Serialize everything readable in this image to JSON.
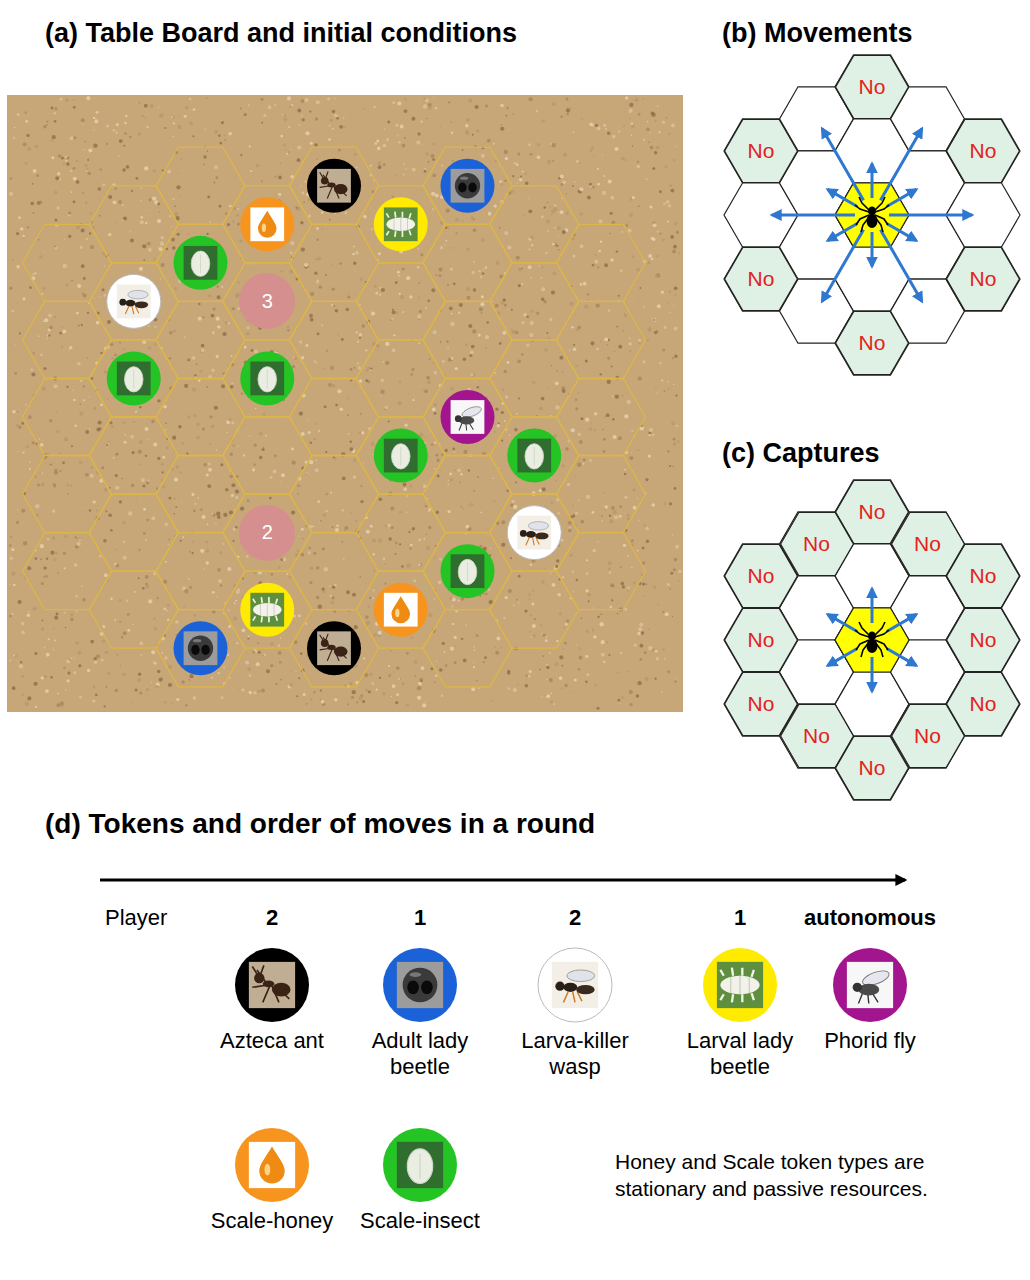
{
  "diagram": {
    "nodes": [
      {
        "text": [
          "3"
        ]
      },
      {
        "text": [
          "2"
        ]
      },
      {
        "text": [
          "No"
        ]
      },
      {
        "text": [
          "No"
        ]
      },
      {
        "text": [
          "No"
        ]
      },
      {
        "text": [
          "No"
        ]
      },
      {
        "text": [
          "No"
        ]
      },
      {
        "text": [
          "No"
        ]
      },
      {
        "text": [
          "No"
        ]
      },
      {
        "text": [
          "No"
        ]
      },
      {
        "text": [
          "No"
        ]
      },
      {
        "text": [
          "No"
        ]
      },
      {
        "text": [
          "No"
        ]
      },
      {
        "text": [
          "No"
        ]
      },
      {
        "text": [
          "No"
        ]
      },
      {
        "text": [
          "No"
        ]
      },
      {
        "text": [
          "No"
        ]
      },
      {
        "text": [
          "No"
        ]
      },
      {
        "text": [
          "No"
        ]
      },
      {
        "text": [
          "No"
        ]
      },
      {
        "text": [
          "Azteca ant"
        ]
      },
      {
        "text": [
          "Adult lady beetle"
        ]
      },
      {
        "text": [
          "Larva-killer wasp"
        ]
      },
      {
        "text": [
          "Larval lady beetle"
        ]
      },
      {
        "text": [
          "Phorid fly"
        ]
      },
      {
        "text": [
          "Scale-honey"
        ]
      },
      {
        "text": [
          "Scale-insect"
        ]
      }
    ],
    "labels": [
      "(a) Table Board and initial conditions",
      "(b) Movements",
      "(c) Captures",
      "(d) Tokens and order of moves in a round",
      "Player",
      "2",
      "1",
      "2",
      "1",
      "autonomous",
      "Honey and Scale token types are stationary and passive resources."
    ]
  }
}
